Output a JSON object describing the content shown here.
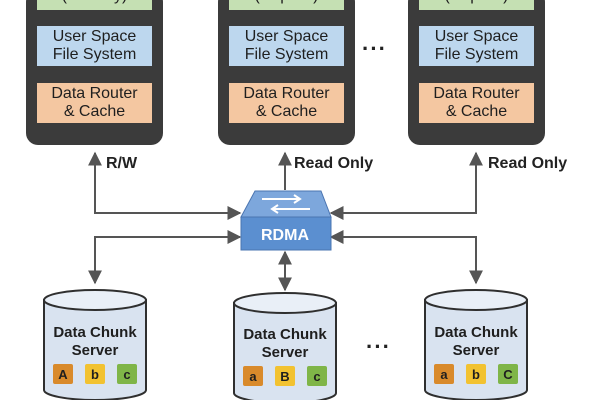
{
  "nodes": [
    {
      "role": "(Primary)",
      "fs": [
        "User Space",
        "File System"
      ],
      "router": [
        "Data Router",
        "& Cache"
      ],
      "access": "R/W"
    },
    {
      "role": "(Replica)",
      "fs": [
        "User Space",
        "File System"
      ],
      "router": [
        "Data Router",
        "& Cache"
      ],
      "access": "Read Only"
    },
    {
      "role": "(Replica)",
      "fs": [
        "User Space",
        "File System"
      ],
      "router": [
        "Data Router",
        "& Cache"
      ],
      "access": "Read Only"
    }
  ],
  "ellipsis": "···",
  "switch": {
    "label": "RDMA"
  },
  "chunk_servers": [
    {
      "label": [
        "Data Chunk",
        "Server"
      ],
      "chunks": [
        "A",
        "b",
        "c"
      ]
    },
    {
      "label": [
        "Data Chunk",
        "Server"
      ],
      "chunks": [
        "a",
        "B",
        "c"
      ]
    },
    {
      "label": [
        "Data Chunk",
        "Server"
      ],
      "chunks": [
        "a",
        "b",
        "C"
      ]
    }
  ],
  "colors": {
    "node_frame": "#3b3b3b",
    "role_box": "#c5e0b3",
    "fs_box": "#bdd7ee",
    "router_box": "#f4c7a1",
    "switch": "#5b8fd0",
    "cylinder_fill": "#d9e3f0",
    "chunk_1": "#d98a2b",
    "chunk_2": "#f2c230",
    "chunk_3": "#7fb548",
    "arrow": "#555555"
  }
}
